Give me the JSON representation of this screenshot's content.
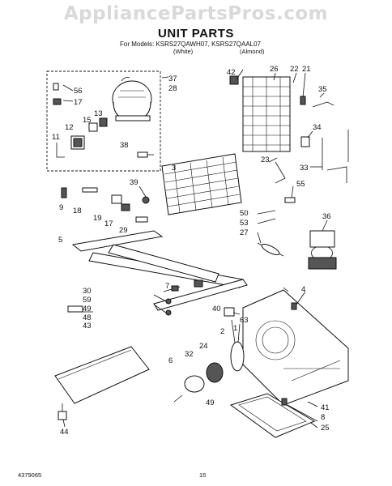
{
  "watermark": "AppliancePartsPros.com",
  "title": "UNIT PARTS",
  "models_line": "For Models: KSRS27QAWH07, KSRS27QAAL07",
  "color_white": "(White)",
  "color_almond": "(Almond)",
  "footer_left": "4379065",
  "footer_page": "15",
  "callouts": [
    "56",
    "17",
    "37",
    "28",
    "42",
    "26",
    "22",
    "21",
    "35",
    "15",
    "13",
    "12",
    "11",
    "38",
    "3",
    "34",
    "23",
    "33",
    "39",
    "9",
    "18",
    "19",
    "17",
    "29",
    "5",
    "55",
    "50",
    "53",
    "36",
    "27",
    "30",
    "59",
    "49",
    "48",
    "7",
    "43",
    "40",
    "63",
    "4",
    "2",
    "1",
    "32",
    "24",
    "6",
    "49",
    "41",
    "8",
    "25",
    "44"
  ]
}
